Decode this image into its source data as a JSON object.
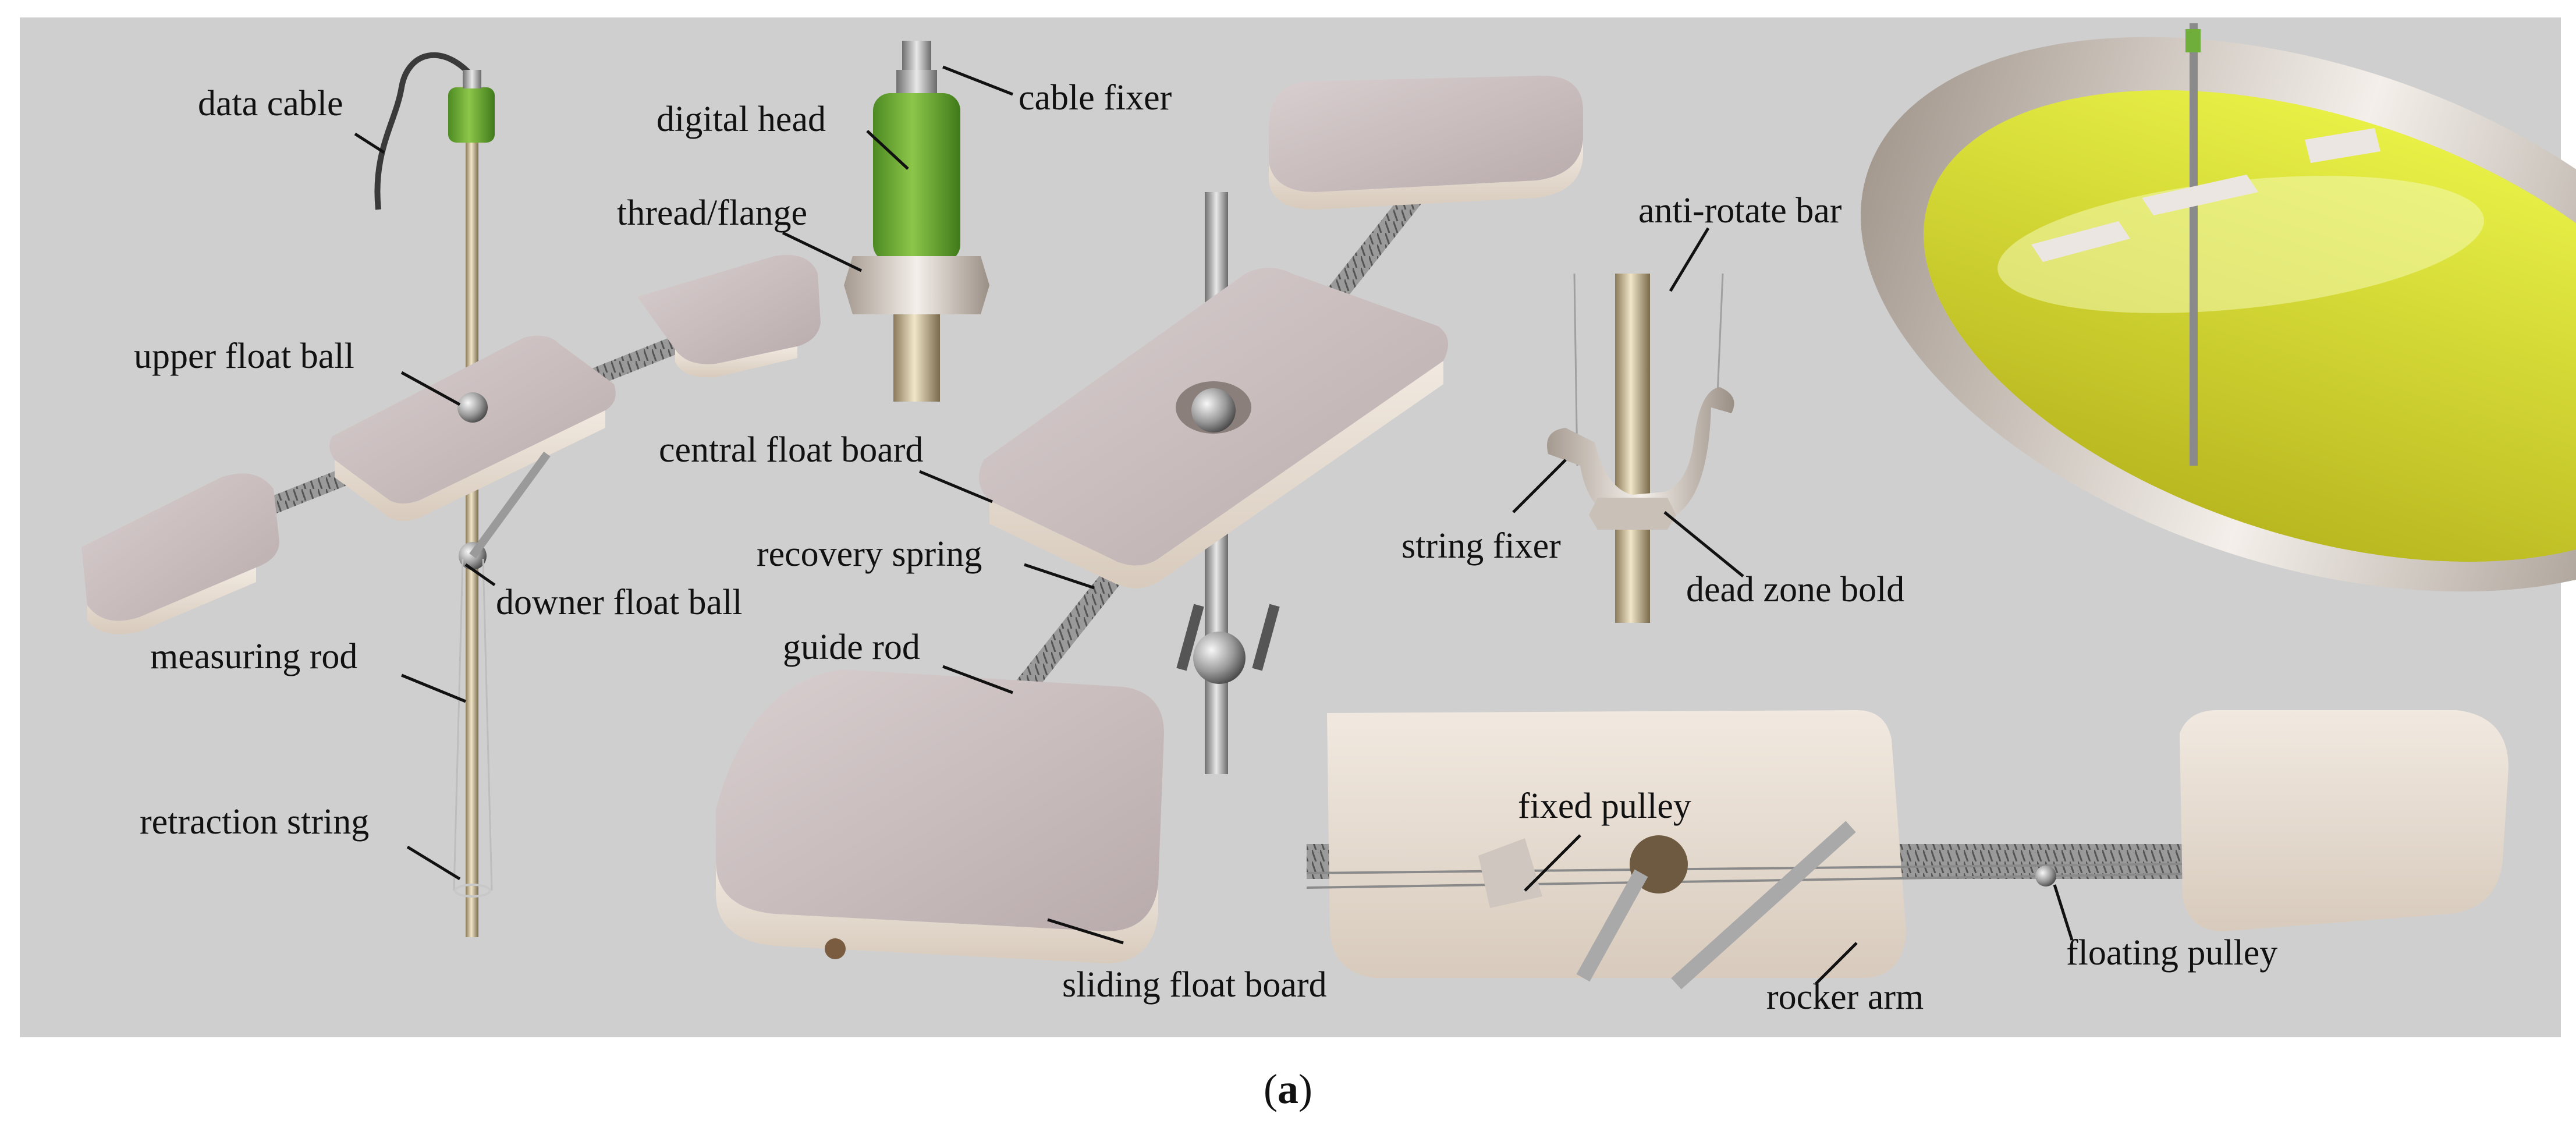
{
  "figure": {
    "caption_open": "(",
    "caption_letter": "a",
    "caption_close": ")",
    "labels": {
      "data_cable": "data cable",
      "digital_head": "digital head",
      "cable_fixer": "cable fixer",
      "thread_flange": "thread/flange",
      "upper_float_ball": "upper float ball",
      "central_float_board": "central float board",
      "recovery_spring": "recovery spring",
      "downer_float_ball": "downer float ball",
      "measuring_rod": "measuring rod",
      "guide_rod": "guide rod",
      "retraction_string": "retraction string",
      "anti_rotate_bar": "anti-rotate bar",
      "string_fixer": "string fixer",
      "dead_zone_bold": "dead zone bold",
      "fixed_pulley": "fixed pulley",
      "floating_pulley": "floating pulley",
      "rocker_arm": "rocker arm",
      "sliding_float_board": "sliding float board"
    }
  }
}
